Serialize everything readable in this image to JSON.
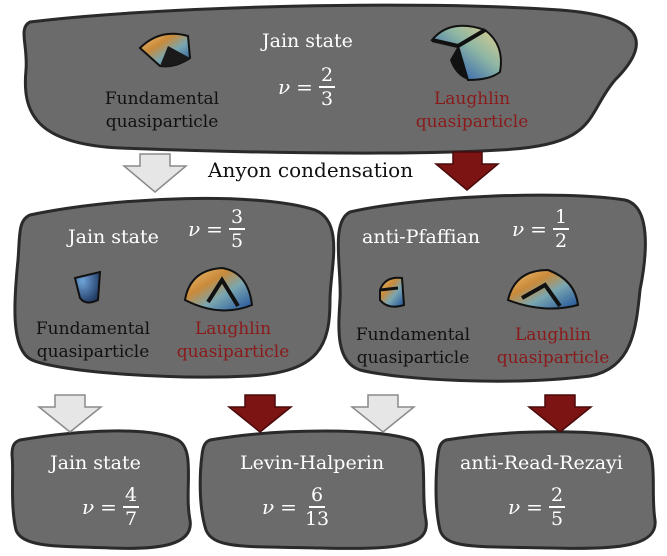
{
  "colors": {
    "blob_fill": "#6b6b6b",
    "blob_stroke": "#2a2a2a",
    "arrow_light": "#e6e6e6",
    "arrow_dark": "#7d1414",
    "laughlin_text": "#8a1a1a"
  },
  "top": {
    "state_name": "Jain state",
    "nu_symbol": "ν",
    "nu_eq": "=",
    "nu_num": "2",
    "nu_den": "3",
    "fundamental_line1": "Fundamental",
    "fundamental_line2": "quasiparticle",
    "laughlin_line1": "Laughlin",
    "laughlin_line2": "quasiparticle"
  },
  "condensation_label": "Anyon condensation",
  "middle_left": {
    "state_name": "Jain state",
    "nu_symbol": "ν",
    "nu_eq": "=",
    "nu_num": "3",
    "nu_den": "5",
    "fundamental_line1": "Fundamental",
    "fundamental_line2": "quasiparticle",
    "laughlin_line1": "Laughlin",
    "laughlin_line2": "quasiparticle"
  },
  "middle_right": {
    "state_name": "anti-Pfaffian",
    "nu_symbol": "ν",
    "nu_eq": "=",
    "nu_num": "1",
    "nu_den": "2",
    "fundamental_line1": "Fundamental",
    "fundamental_line2": "quasiparticle",
    "laughlin_line1": "Laughlin",
    "laughlin_line2": "quasiparticle"
  },
  "bottom": [
    {
      "state_name": "Jain state",
      "nu_symbol": "ν",
      "nu_eq": "=",
      "nu_num": "4",
      "nu_den": "7"
    },
    {
      "state_name": "Levin-Halperin",
      "nu_symbol": "ν",
      "nu_eq": "=",
      "nu_num": "6",
      "nu_den": "13"
    },
    {
      "state_name": "anti-Read-Rezayi",
      "nu_symbol": "ν",
      "nu_eq": "=",
      "nu_num": "2",
      "nu_den": "5"
    }
  ]
}
